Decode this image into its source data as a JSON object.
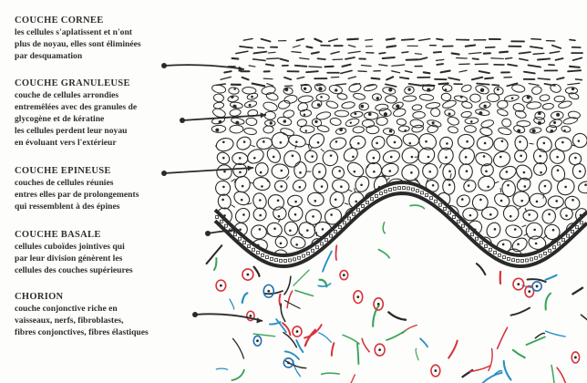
{
  "layers": [
    {
      "id": "cornee",
      "title": "COUCHE CORNEE",
      "description_lines": [
        "les cellules s'aplatissent et n'ont",
        "plus de noyau, elles sont éliminées",
        "par desquamation"
      ]
    },
    {
      "id": "granuleuse",
      "title": "COUCHE GRANULEUSE",
      "description_lines": [
        "couche de cellules arrondies",
        "entremêlées avec des granules de",
        "glycogène et de kératine",
        "les cellules perdent leur noyau",
        "en évoluant vers l'extérieur"
      ]
    },
    {
      "id": "epineuse",
      "title": "COUCHE EPINEUSE",
      "description_lines": [
        "couches de cellules réunies",
        "entres elles par de prolongements",
        "qui ressemblent à des épines"
      ]
    },
    {
      "id": "basale",
      "title": "COUCHE BASALE",
      "description_lines": [
        "cellules cuboïdes jointives qui",
        "par leur division génèrent les",
        "cellules des couches supérieures"
      ]
    },
    {
      "id": "chorion",
      "title": "CHORION",
      "description_lines": [
        "couche conjonctive riche en",
        "vaisseaux, nerfs, fibroblastes,",
        "fibres conjonctives, fibres élastiques"
      ]
    }
  ],
  "colors": {
    "ink": "#2a2a2a",
    "text": "#2f2f2f",
    "paper": "#fdfdfb",
    "fiber_green": "#3aa35a",
    "fiber_blue": "#2a8fc4",
    "fiber_red": "#d8323c",
    "nucleus_blue": "#1f6fb0"
  }
}
